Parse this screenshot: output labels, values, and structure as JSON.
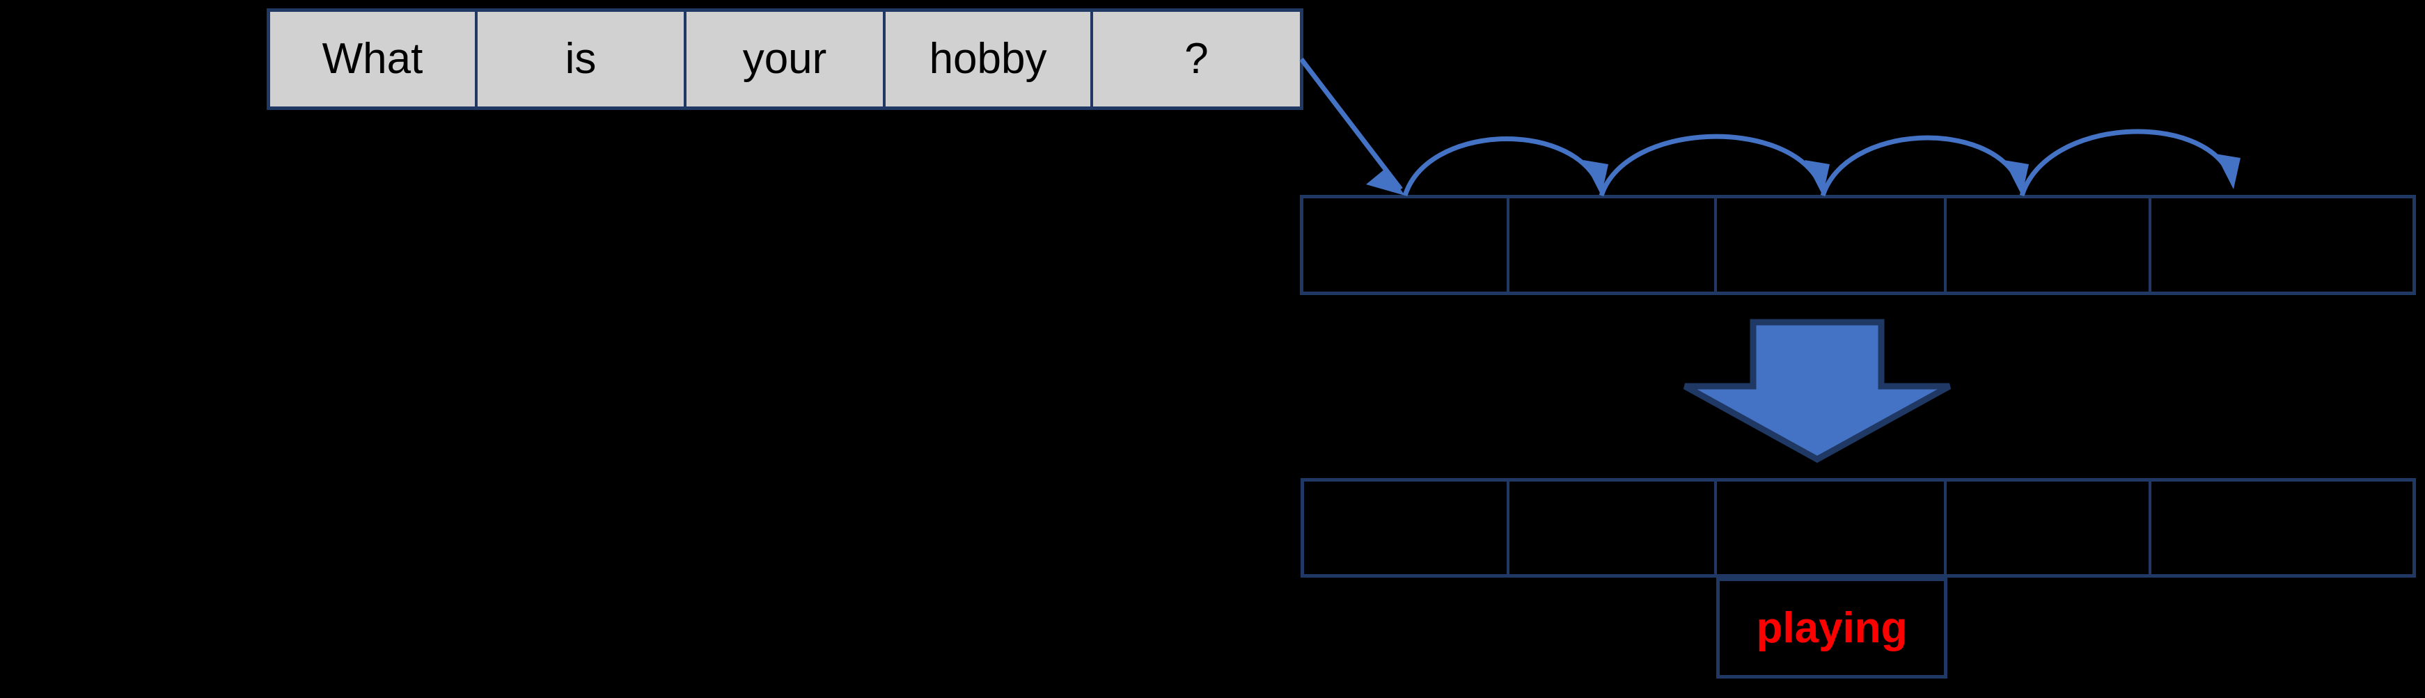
{
  "diagram": {
    "title": "",
    "colors": {
      "background": "#000000",
      "border_navy": "#1F3864",
      "cell_fill_gray": "#D1D1D1",
      "arrow_blue": "#4472C4",
      "block_arrow_fill": "#4472C4",
      "block_arrow_stroke": "#1F3864",
      "output_text_red": "#FF0000"
    }
  },
  "source_table": {
    "name": "input-sentence-table",
    "cells": [
      {
        "text": "What"
      },
      {
        "text": "is"
      },
      {
        "text": "your"
      },
      {
        "text": "hobby"
      },
      {
        "text": "?"
      }
    ]
  },
  "encoder_table": {
    "name": "encoder-states-table",
    "cells": [
      {
        "text": ""
      },
      {
        "text": ""
      },
      {
        "text": ""
      },
      {
        "text": ""
      },
      {
        "text": ""
      }
    ]
  },
  "decoder_table": {
    "name": "decoder-states-table",
    "cells": [
      {
        "text": ""
      },
      {
        "text": ""
      },
      {
        "text": ""
      },
      {
        "text": ""
      },
      {
        "text": ""
      }
    ]
  },
  "output_cell": {
    "name": "predicted-word-cell",
    "text": "playing"
  },
  "arrows": {
    "feed_arrow_label": "",
    "hop_arrow_count": 4,
    "block_arrow_label": ""
  }
}
